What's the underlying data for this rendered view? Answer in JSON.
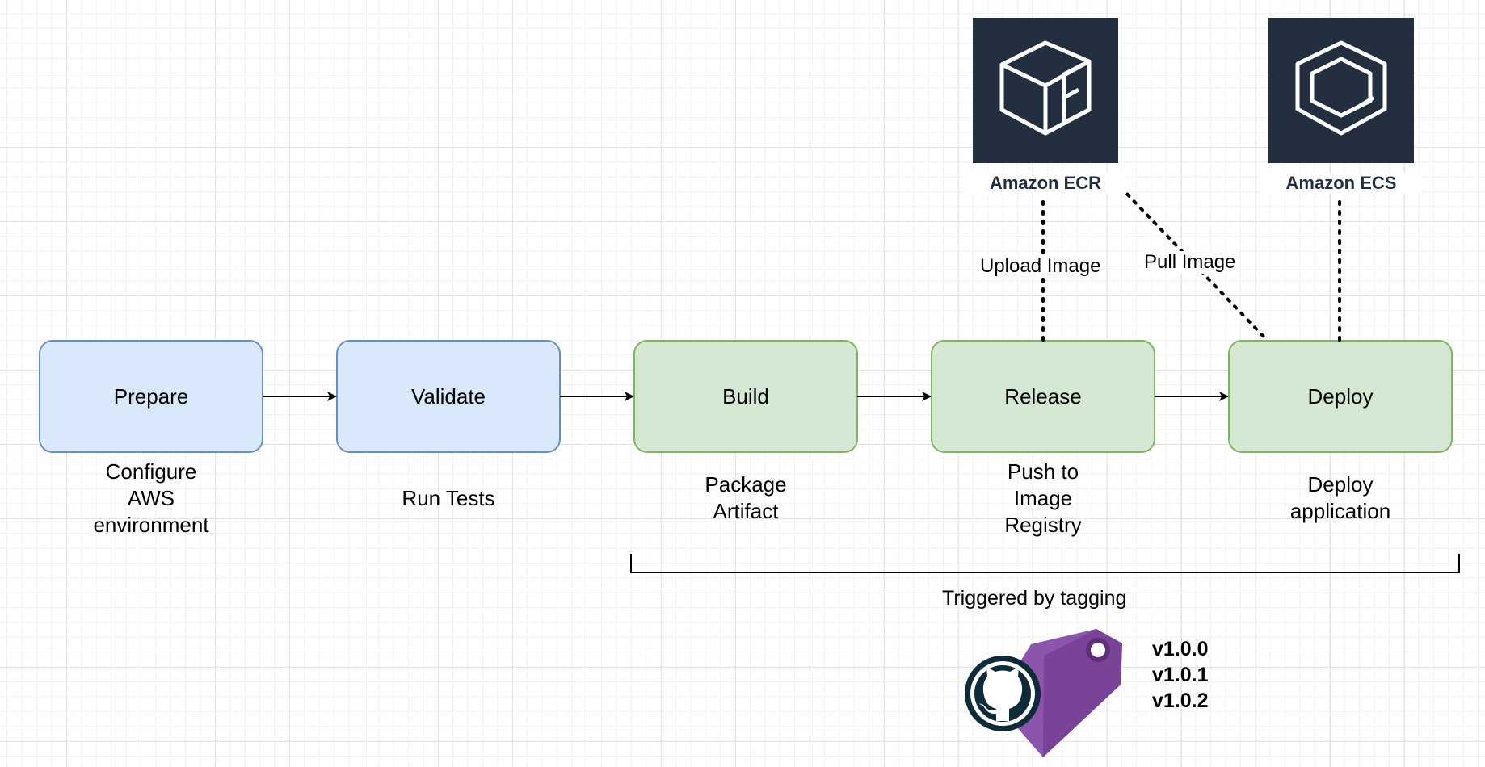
{
  "stages": [
    {
      "label": "Prepare",
      "caption": [
        "Configure",
        "AWS",
        "environment"
      ],
      "fill": "#dae8fc",
      "stroke": "#6c8ebf"
    },
    {
      "label": "Validate",
      "caption": [
        "Run Tests"
      ],
      "fill": "#dae8fc",
      "stroke": "#6c8ebf"
    },
    {
      "label": "Build",
      "caption": [
        "Package",
        "Artifact"
      ],
      "fill": "#d5e8d4",
      "stroke": "#82b366"
    },
    {
      "label": "Release",
      "caption": [
        "Push to",
        "Image",
        "Registry"
      ],
      "fill": "#d5e8d4",
      "stroke": "#82b366"
    },
    {
      "label": "Deploy",
      "caption": [
        "Deploy",
        "application"
      ],
      "fill": "#d5e8d4",
      "stroke": "#82b366"
    }
  ],
  "services": [
    {
      "name": "Amazon ECR",
      "icon": "ecr-icon"
    },
    {
      "name": "Amazon ECS",
      "icon": "ecs-icon"
    }
  ],
  "edges": {
    "upload": "Upload Image",
    "pull": "Pull Image"
  },
  "trigger": {
    "label": "Triggered by tagging",
    "tags": [
      "v1.0.0",
      "v1.0.1",
      "v1.0.2"
    ],
    "icons": [
      "github-icon",
      "tag-icon"
    ]
  },
  "colors": {
    "aws_dark": "#232f3e",
    "tag_purple": "#7e4a9c",
    "github_dark": "#0f2a38"
  }
}
